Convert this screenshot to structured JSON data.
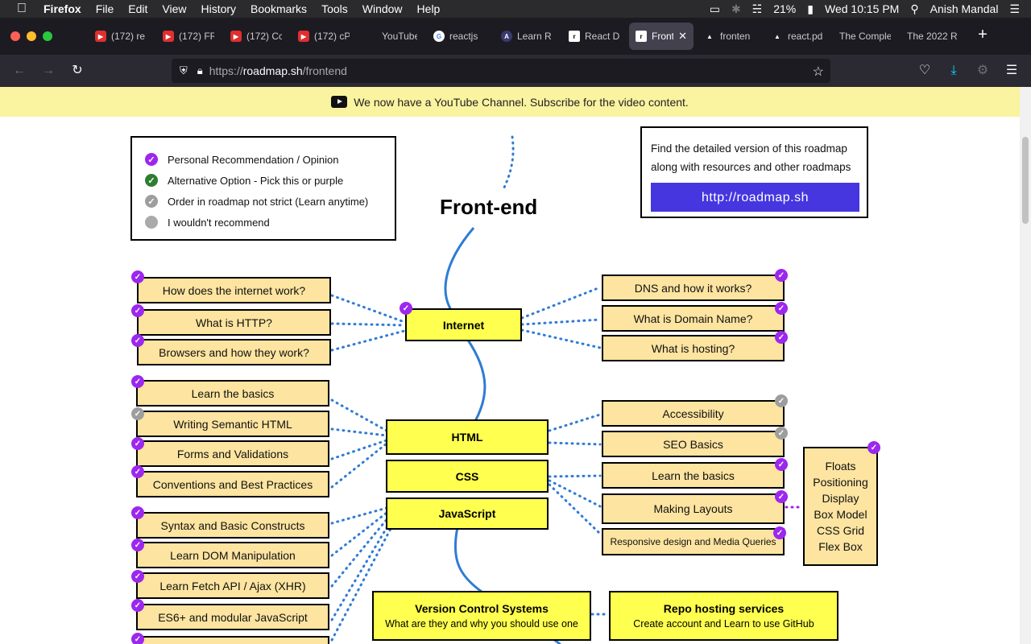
{
  "menubar": {
    "app": "Firefox",
    "items": [
      "File",
      "Edit",
      "View",
      "History",
      "Bookmarks",
      "Tools",
      "Window",
      "Help"
    ],
    "battery": "21%",
    "clock": "Wed 10:15 PM",
    "user": "Anish Mandal"
  },
  "tabs": [
    {
      "label": "(172) re",
      "favicon": "youtube-icon"
    },
    {
      "label": "(172) FR",
      "favicon": "youtube-icon"
    },
    {
      "label": "(172) Cc",
      "favicon": "youtube-icon"
    },
    {
      "label": "(172) cP",
      "favicon": "youtube-icon"
    },
    {
      "label": "YouTube",
      "favicon": "none"
    },
    {
      "label": "reactjs",
      "favicon": "google-icon"
    },
    {
      "label": "Learn R",
      "favicon": "learn-icon"
    },
    {
      "label": "React D",
      "favicon": "roadmap-icon"
    },
    {
      "label": "Front",
      "favicon": "roadmap-icon",
      "active": true
    },
    {
      "label": "fronten",
      "favicon": "vercel-icon"
    },
    {
      "label": "react.pd",
      "favicon": "vercel-icon"
    },
    {
      "label": "The Comple",
      "favicon": "none"
    },
    {
      "label": "The 2022 R",
      "favicon": "none"
    }
  ],
  "url": {
    "protocol": "https://",
    "domain": "roadmap.sh",
    "path": "/frontend"
  },
  "banner": {
    "text": "We now have a YouTube Channel. Subscribe for the video content."
  },
  "legend": [
    {
      "icon": "purple-check",
      "text": "Personal Recommendation / Opinion"
    },
    {
      "icon": "green-check",
      "text": "Alternative Option - Pick this or purple"
    },
    {
      "icon": "gray-check",
      "text": "Order in roadmap not strict (Learn anytime)"
    },
    {
      "icon": "gray-dot",
      "text": "I wouldn't recommend"
    }
  ],
  "roadmap_title": "Front-end",
  "cta": {
    "text": "Find the detailed version of this roadmap along with resources and other roadmaps",
    "button": "http://roadmap.sh"
  },
  "hubs": {
    "internet": "Internet",
    "html": "HTML",
    "css": "CSS",
    "javascript": "JavaScript",
    "vcs_title": "Version Control Systems",
    "vcs_sub": "What are they and why you should use one",
    "repo_title": "Repo hosting services",
    "repo_sub": "Create account and Learn to use GitHub"
  },
  "internet_left": [
    "How does the internet work?",
    "What is HTTP?",
    "Browsers and how they work?"
  ],
  "internet_right": [
    "DNS and how it works?",
    "What is Domain Name?",
    "What is hosting?"
  ],
  "html_left": [
    "Learn the basics",
    "Writing Semantic HTML",
    "Forms and Validations",
    "Conventions and Best Practices"
  ],
  "html_right": [
    "Accessibility",
    "SEO Basics"
  ],
  "css_right": [
    "Learn the basics",
    "Making Layouts",
    "Responsive design and Media Queries"
  ],
  "layouts_list": [
    "Floats",
    "Positioning",
    "Display",
    "Box Model",
    "CSS Grid",
    "Flex Box"
  ],
  "js_left": [
    "Syntax and Basic Constructs",
    "Learn DOM Manipulation",
    "Learn Fetch API / Ajax (XHR)",
    "ES6+ and modular JavaScript"
  ],
  "colors": {
    "node_fill": "#fde4a0",
    "hub_fill": "#ffff4f",
    "recommend": "#9c27ee",
    "cta_button": "#4536e0",
    "banner": "#faf3a0"
  }
}
